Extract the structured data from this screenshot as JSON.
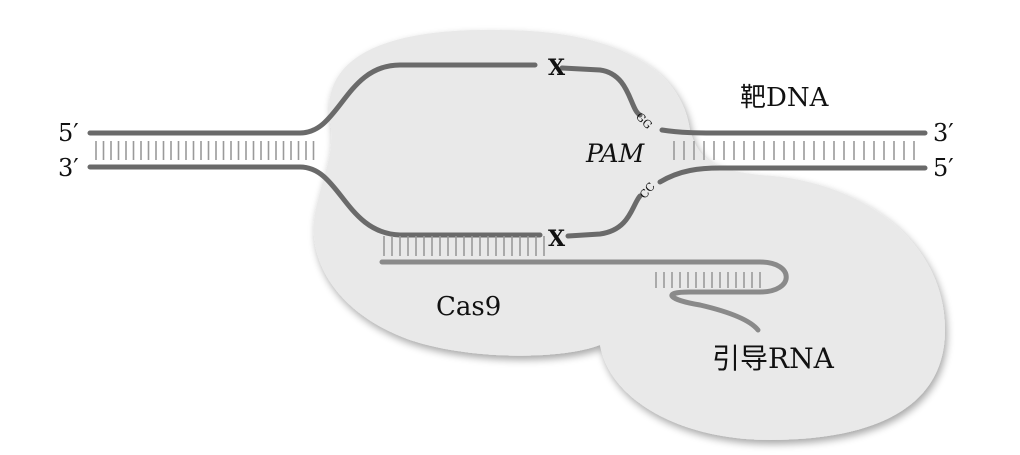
{
  "labels": {
    "left_top_end": "5′",
    "left_bottom_end": "3′",
    "right_top_end": "3′",
    "right_bottom_end": "5′",
    "target_dna": "靶DNA",
    "pam": "PAM",
    "pam_top_bases": "GG",
    "pam_bottom_bases": "CC",
    "cut_mark": "X",
    "protein": "Cas9",
    "guide_rna": "引导RNA"
  },
  "colors": {
    "protein_fill": "#e9e9e9",
    "strand": "#6a6a6a",
    "text": "#111111"
  }
}
